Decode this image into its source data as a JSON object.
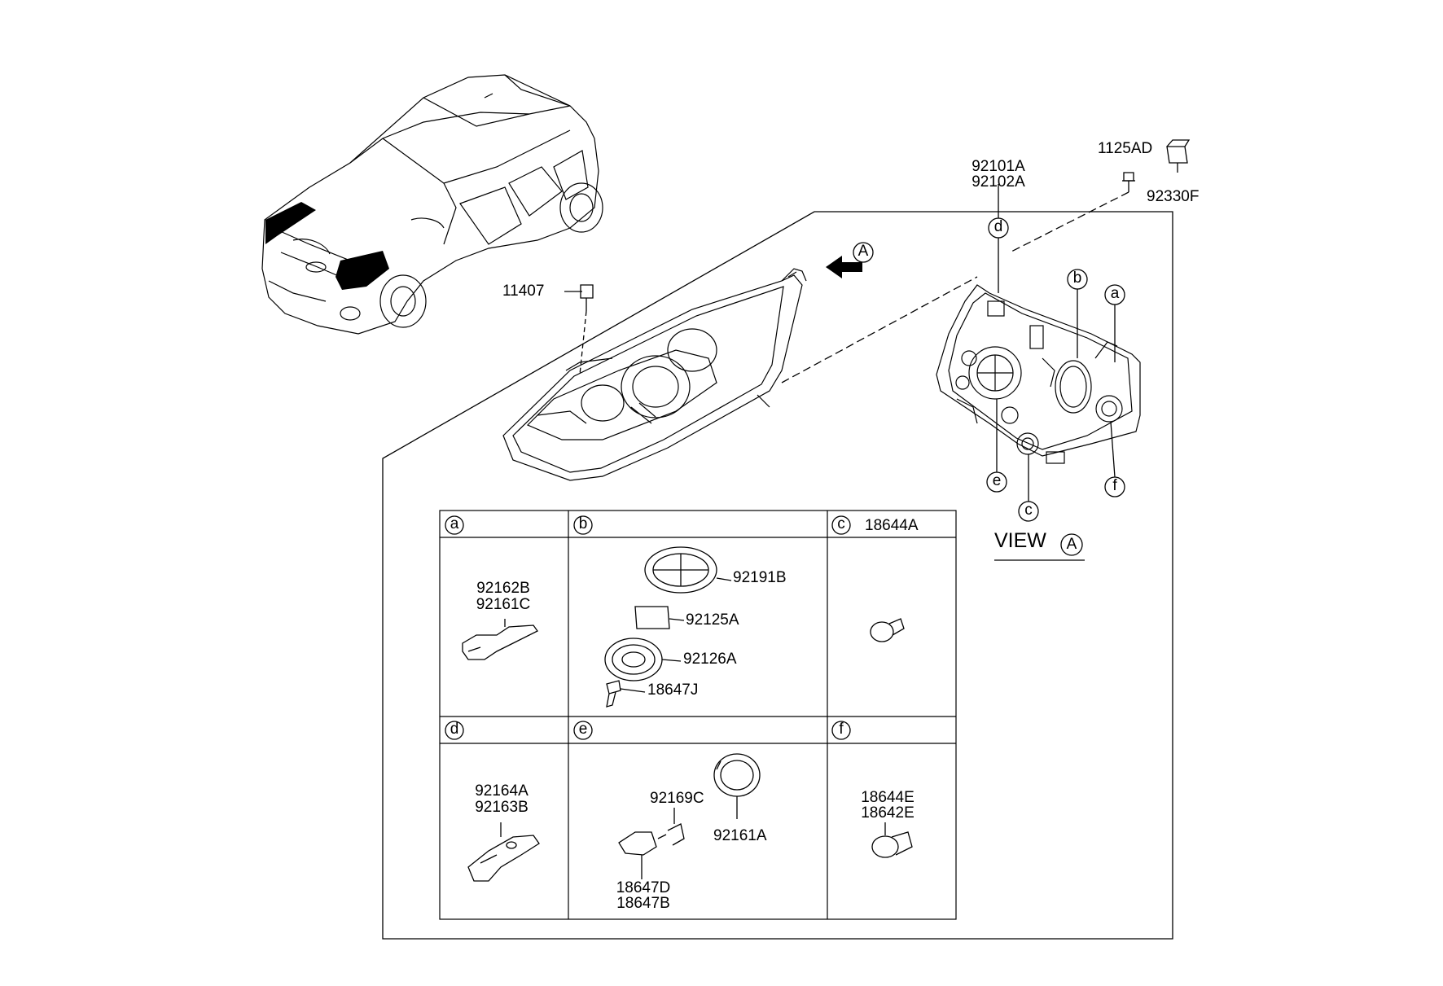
{
  "callout_letters": [
    "a",
    "b",
    "c",
    "d",
    "e",
    "f"
  ],
  "top": {
    "housing_parts": [
      "92101A",
      "92102A"
    ],
    "screw": "1125AD",
    "connector": "92330F",
    "bolt": "11407",
    "view_arrow": "A"
  },
  "view": {
    "label": "VIEW",
    "marker": "A"
  },
  "table": {
    "cells": {
      "a": {
        "letter": "a",
        "parts": [
          "92162B",
          "92161C"
        ]
      },
      "b": {
        "letter": "b",
        "parts": [
          "92191B",
          "92125A",
          "92126A",
          "18647J"
        ]
      },
      "c": {
        "letter": "c",
        "header_part": "18644A"
      },
      "d": {
        "letter": "d",
        "parts": [
          "92164A",
          "92163B"
        ]
      },
      "e": {
        "letter": "e",
        "parts": [
          "92169C",
          "92161A",
          "18647D",
          "18647B"
        ]
      },
      "f": {
        "letter": "f",
        "parts": [
          "18644E",
          "18642E"
        ]
      }
    }
  },
  "icons": [
    "car-outline-icon",
    "headlamp-assembly-icon",
    "headlamp-rear-view-icon",
    "screw-icon",
    "connector-icon",
    "bulb-icon",
    "bracket-icon",
    "socket-ring-icon",
    "dust-cap-icon",
    "gasket-icon"
  ]
}
